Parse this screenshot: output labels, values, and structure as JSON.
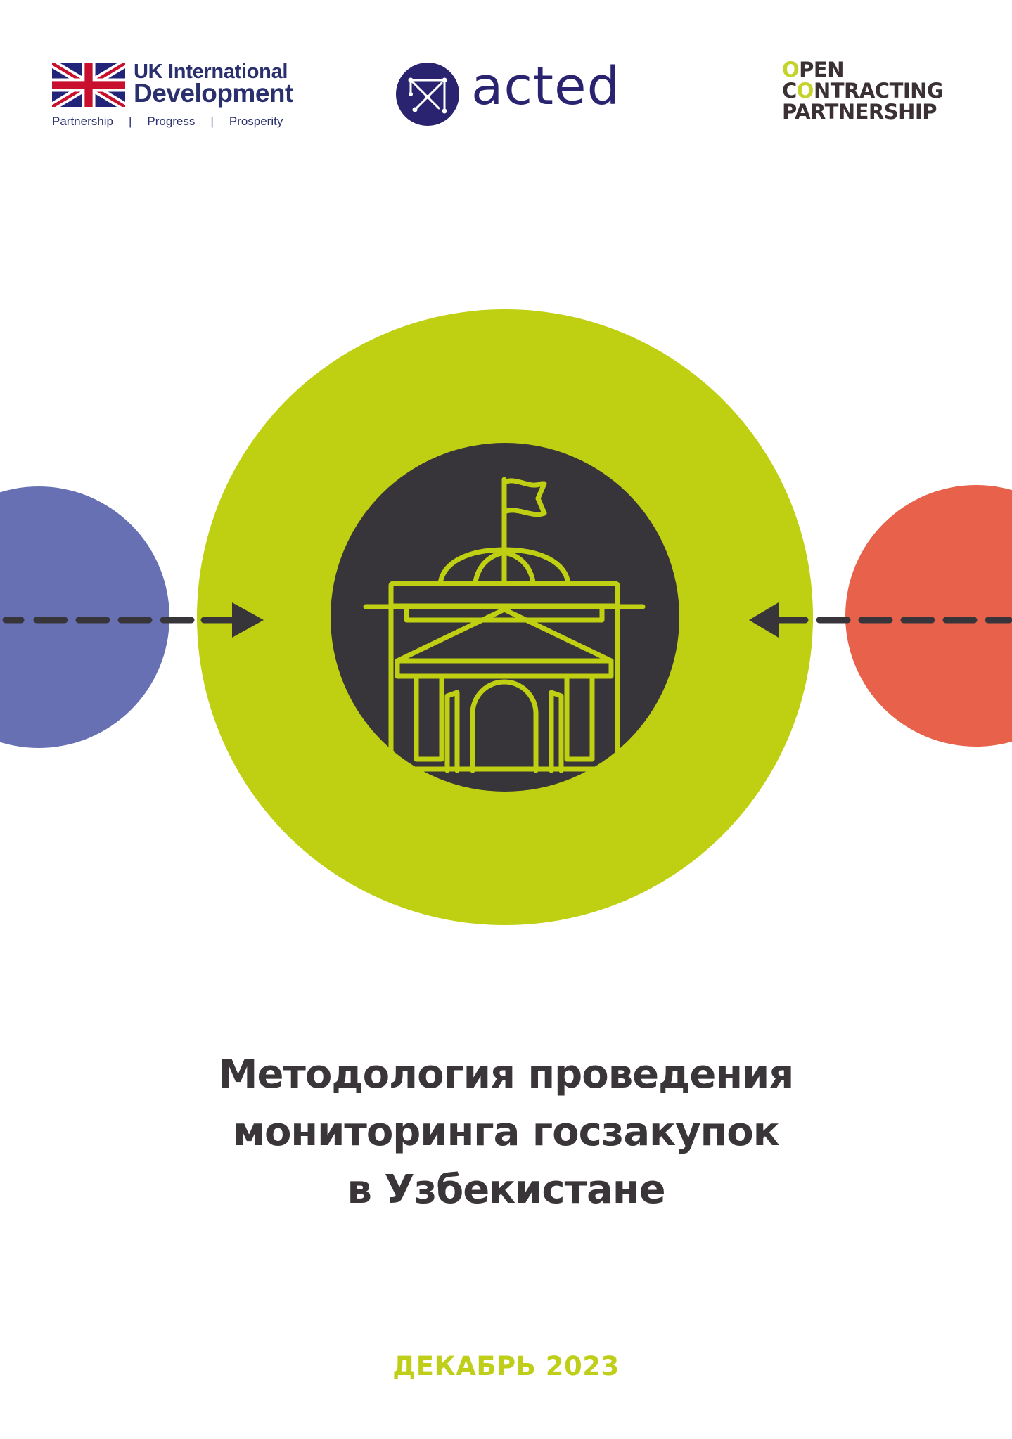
{
  "logos": {
    "uk_international_development": {
      "line1": "UK International",
      "line2": "Development",
      "tagline": [
        "Partnership",
        "Progress",
        "Prosperity"
      ],
      "tagline_separator": "|",
      "icon": "union-jack-flag"
    },
    "acted": {
      "wordmark": "acted",
      "icon": "acted-network-mark",
      "color": "#2a2370"
    },
    "open_contracting_partnership": {
      "lines": [
        "OPEN",
        "CONTRACTING",
        "PARTNERSHIP"
      ],
      "highlight_color": "#c4d22c",
      "text_color": "#3b3033"
    }
  },
  "illustration": {
    "icon": "government-building-icon",
    "colors": {
      "center_circle": "#bfcf12",
      "inner_circle": "#38353a",
      "left_circle": "#6770b3",
      "right_circle": "#e8614b",
      "arrows": "#38353a"
    }
  },
  "title_lines": [
    "Методология проведения",
    "мониторинга госзакупок",
    "в Узбекистане"
  ],
  "date": "ДЕКАБРЬ 2023"
}
